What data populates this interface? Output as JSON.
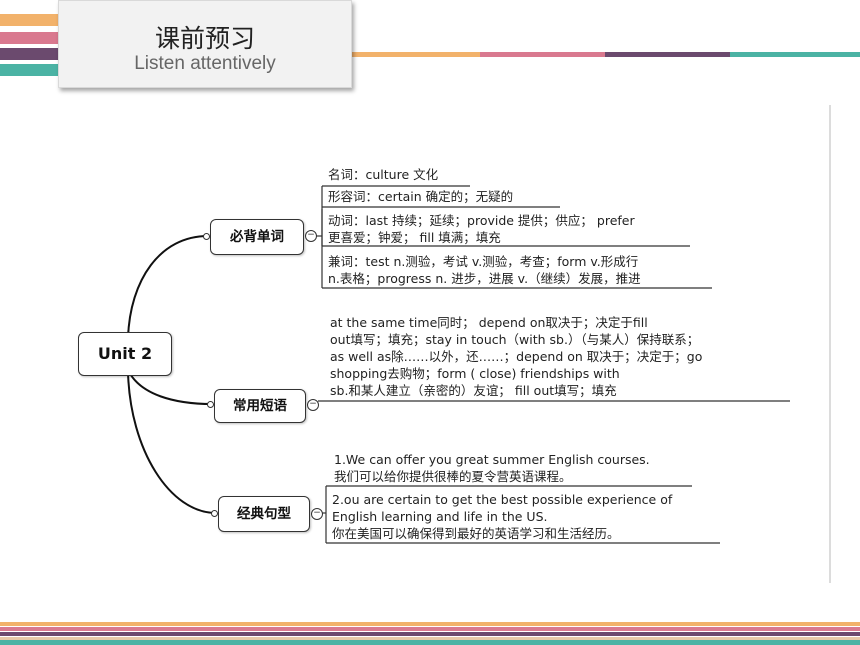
{
  "header": {
    "title": "课前预习",
    "subtitle": "Listen attentively"
  },
  "mindmap": {
    "root": "Unit 2",
    "branches": [
      {
        "label": "必背单词",
        "items": [
          [
            "名词：culture 文化"
          ],
          [
            "形容词：certain  确定的；无疑的"
          ],
          [
            "动词：last 持续；延续；provide 提供；供应；  prefer",
            "更喜爱；钟爱；  fill 填满；填充"
          ],
          [
            "兼词：test n.测验，考试 v.测验，考查；form v.形成行",
            "n.表格；progress n. 进步，进展 v.（继续）发展，推进"
          ]
        ]
      },
      {
        "label": "常用短语",
        "items": [
          [
            "at the same time同时；  depend on取决于；决定于fill",
            "out填写；填充；stay in touch（with sb.）（与某人）保持联系；",
            "as well as除……以外，还……；depend on 取决于；决定于；go",
            "shopping去购物；form ( close) friendships with",
            "sb.和某人建立（亲密的）友谊；  fill out填写；填充"
          ]
        ]
      },
      {
        "label": "经典句型",
        "items": [
          [
            "1.We can offer you great summer English courses.",
            "我们可以给你提供很棒的夏令营英语课程。"
          ],
          [
            "2.ou are certain to get the best possible experience of",
            "English learning and life in the US.",
            "你在美国可以确保得到最好的英语学习和生活经历。"
          ]
        ]
      }
    ]
  },
  "colors": {
    "teal": "#4bb3a4",
    "pink": "#d9798f",
    "purple": "#6b4a6e",
    "orange": "#f2b26b",
    "sand": "#e6c9a8"
  }
}
